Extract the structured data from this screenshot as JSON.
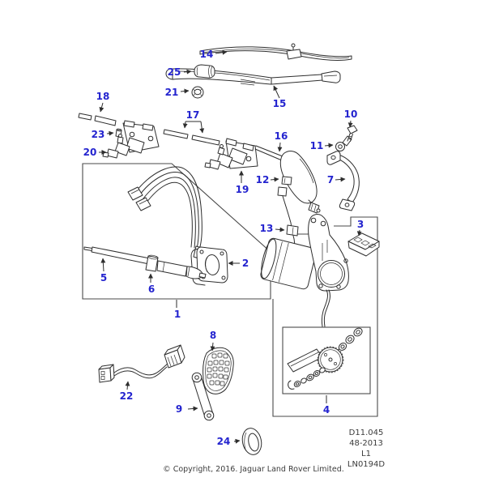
{
  "diagram": {
    "type": "exploded-parts-diagram",
    "subject": "windscreen wiper and washer system",
    "colors": {
      "callout": "#2424cf",
      "line": "#2e2e2e",
      "background": "#ffffff"
    },
    "callouts": {
      "n1": "1",
      "n2": "2",
      "n3": "3",
      "n4": "4",
      "n5": "5",
      "n6": "6",
      "n7": "7",
      "n8": "8",
      "n9": "9",
      "n10": "10",
      "n11": "11",
      "n12": "12",
      "n13": "13",
      "n14": "14",
      "n15": "15",
      "n16": "16",
      "n17": "17",
      "n18": "18",
      "n19": "19",
      "n20": "20",
      "n21": "21",
      "n22": "22",
      "n23": "23",
      "n24": "24",
      "n25": "25"
    },
    "doc_info": {
      "drawing_ref": "D11.045",
      "issue_ref": "48-2013",
      "sheet_ref": "L1",
      "catalog_ref": "LN0194D"
    },
    "copyright": "© Copyright, 2016. Jaguar Land Rover Limited."
  }
}
